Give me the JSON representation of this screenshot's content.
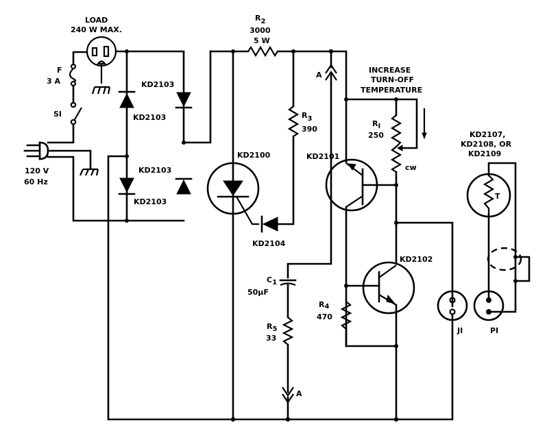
{
  "diagram": {
    "type": "electronic-schematic",
    "title": "",
    "colors": {
      "ink": "#000000",
      "background": "#ffffff"
    }
  },
  "labels": {
    "load_title": "LOAD",
    "load_rating": "240 W MAX.",
    "fuse_ref": "F",
    "fuse_value": "3 A",
    "switch_ref": "SI",
    "supply_voltage": "120 V",
    "supply_freq": "60 Hz",
    "bridge_diode_1": "KD2103",
    "bridge_diode_2": "KD2103",
    "bridge_diode_3": "KD2103",
    "bridge_diode_4": "KD2103",
    "r2_ref": "R",
    "r2_sub": "2",
    "r2_value": "3000",
    "r2_power": "5  W",
    "r3_ref": "R",
    "r3_sub": "3",
    "r3_value": "390",
    "connector_a_top": "A",
    "connector_a_bottom": "A",
    "scr": "KD2100",
    "gate_diode": "KD2104",
    "c1_ref": "C",
    "c1_sub": "1",
    "c1_value": "50µF",
    "r5_ref": "R",
    "r5_sub": "5",
    "r5_value": "33",
    "adjust_line1": "INCREASE",
    "adjust_line2": "TURN-OFF",
    "adjust_line3": "TEMPERATURE",
    "r1_ref": "R",
    "r1_sub": "I",
    "r1_value": "250",
    "r1_cw": "cw",
    "q1": "KD2101",
    "q2": "KD2102",
    "r4_ref": "R",
    "r4_sub": "4",
    "r4_value": "470",
    "jack": "JI",
    "plug": "PI",
    "sensor_line1": "KD2107,",
    "sensor_line2": "KD2108, OR",
    "sensor_line3": "KD2109",
    "thermistor_mark": "T"
  },
  "components": [
    {
      "ref": "F",
      "type": "fuse",
      "value": "3 A"
    },
    {
      "ref": "SI",
      "type": "switch"
    },
    {
      "ref": "LOAD",
      "type": "outlet",
      "value": "240 W MAX."
    },
    {
      "ref": "D1-D4",
      "type": "diode-bridge",
      "part": "KD2103"
    },
    {
      "ref": "R2",
      "type": "resistor",
      "value": "3000",
      "power": "5 W"
    },
    {
      "ref": "R3",
      "type": "resistor",
      "value": "390"
    },
    {
      "ref": "SCR",
      "type": "scr",
      "part": "KD2100"
    },
    {
      "ref": "D5",
      "type": "diode",
      "part": "KD2104"
    },
    {
      "ref": "C1",
      "type": "capacitor",
      "value": "50µF"
    },
    {
      "ref": "R5",
      "type": "resistor",
      "value": "33"
    },
    {
      "ref": "R1",
      "type": "potentiometer",
      "value": "250"
    },
    {
      "ref": "Q1",
      "type": "pnp-transistor",
      "part": "KD2101"
    },
    {
      "ref": "Q2",
      "type": "npn-transistor",
      "part": "KD2102"
    },
    {
      "ref": "R4",
      "type": "resistor",
      "value": "470"
    },
    {
      "ref": "J1",
      "type": "jack"
    },
    {
      "ref": "P1",
      "type": "plug"
    },
    {
      "ref": "T",
      "type": "thermistor",
      "part": "KD2107, KD2108, OR KD2109"
    }
  ]
}
